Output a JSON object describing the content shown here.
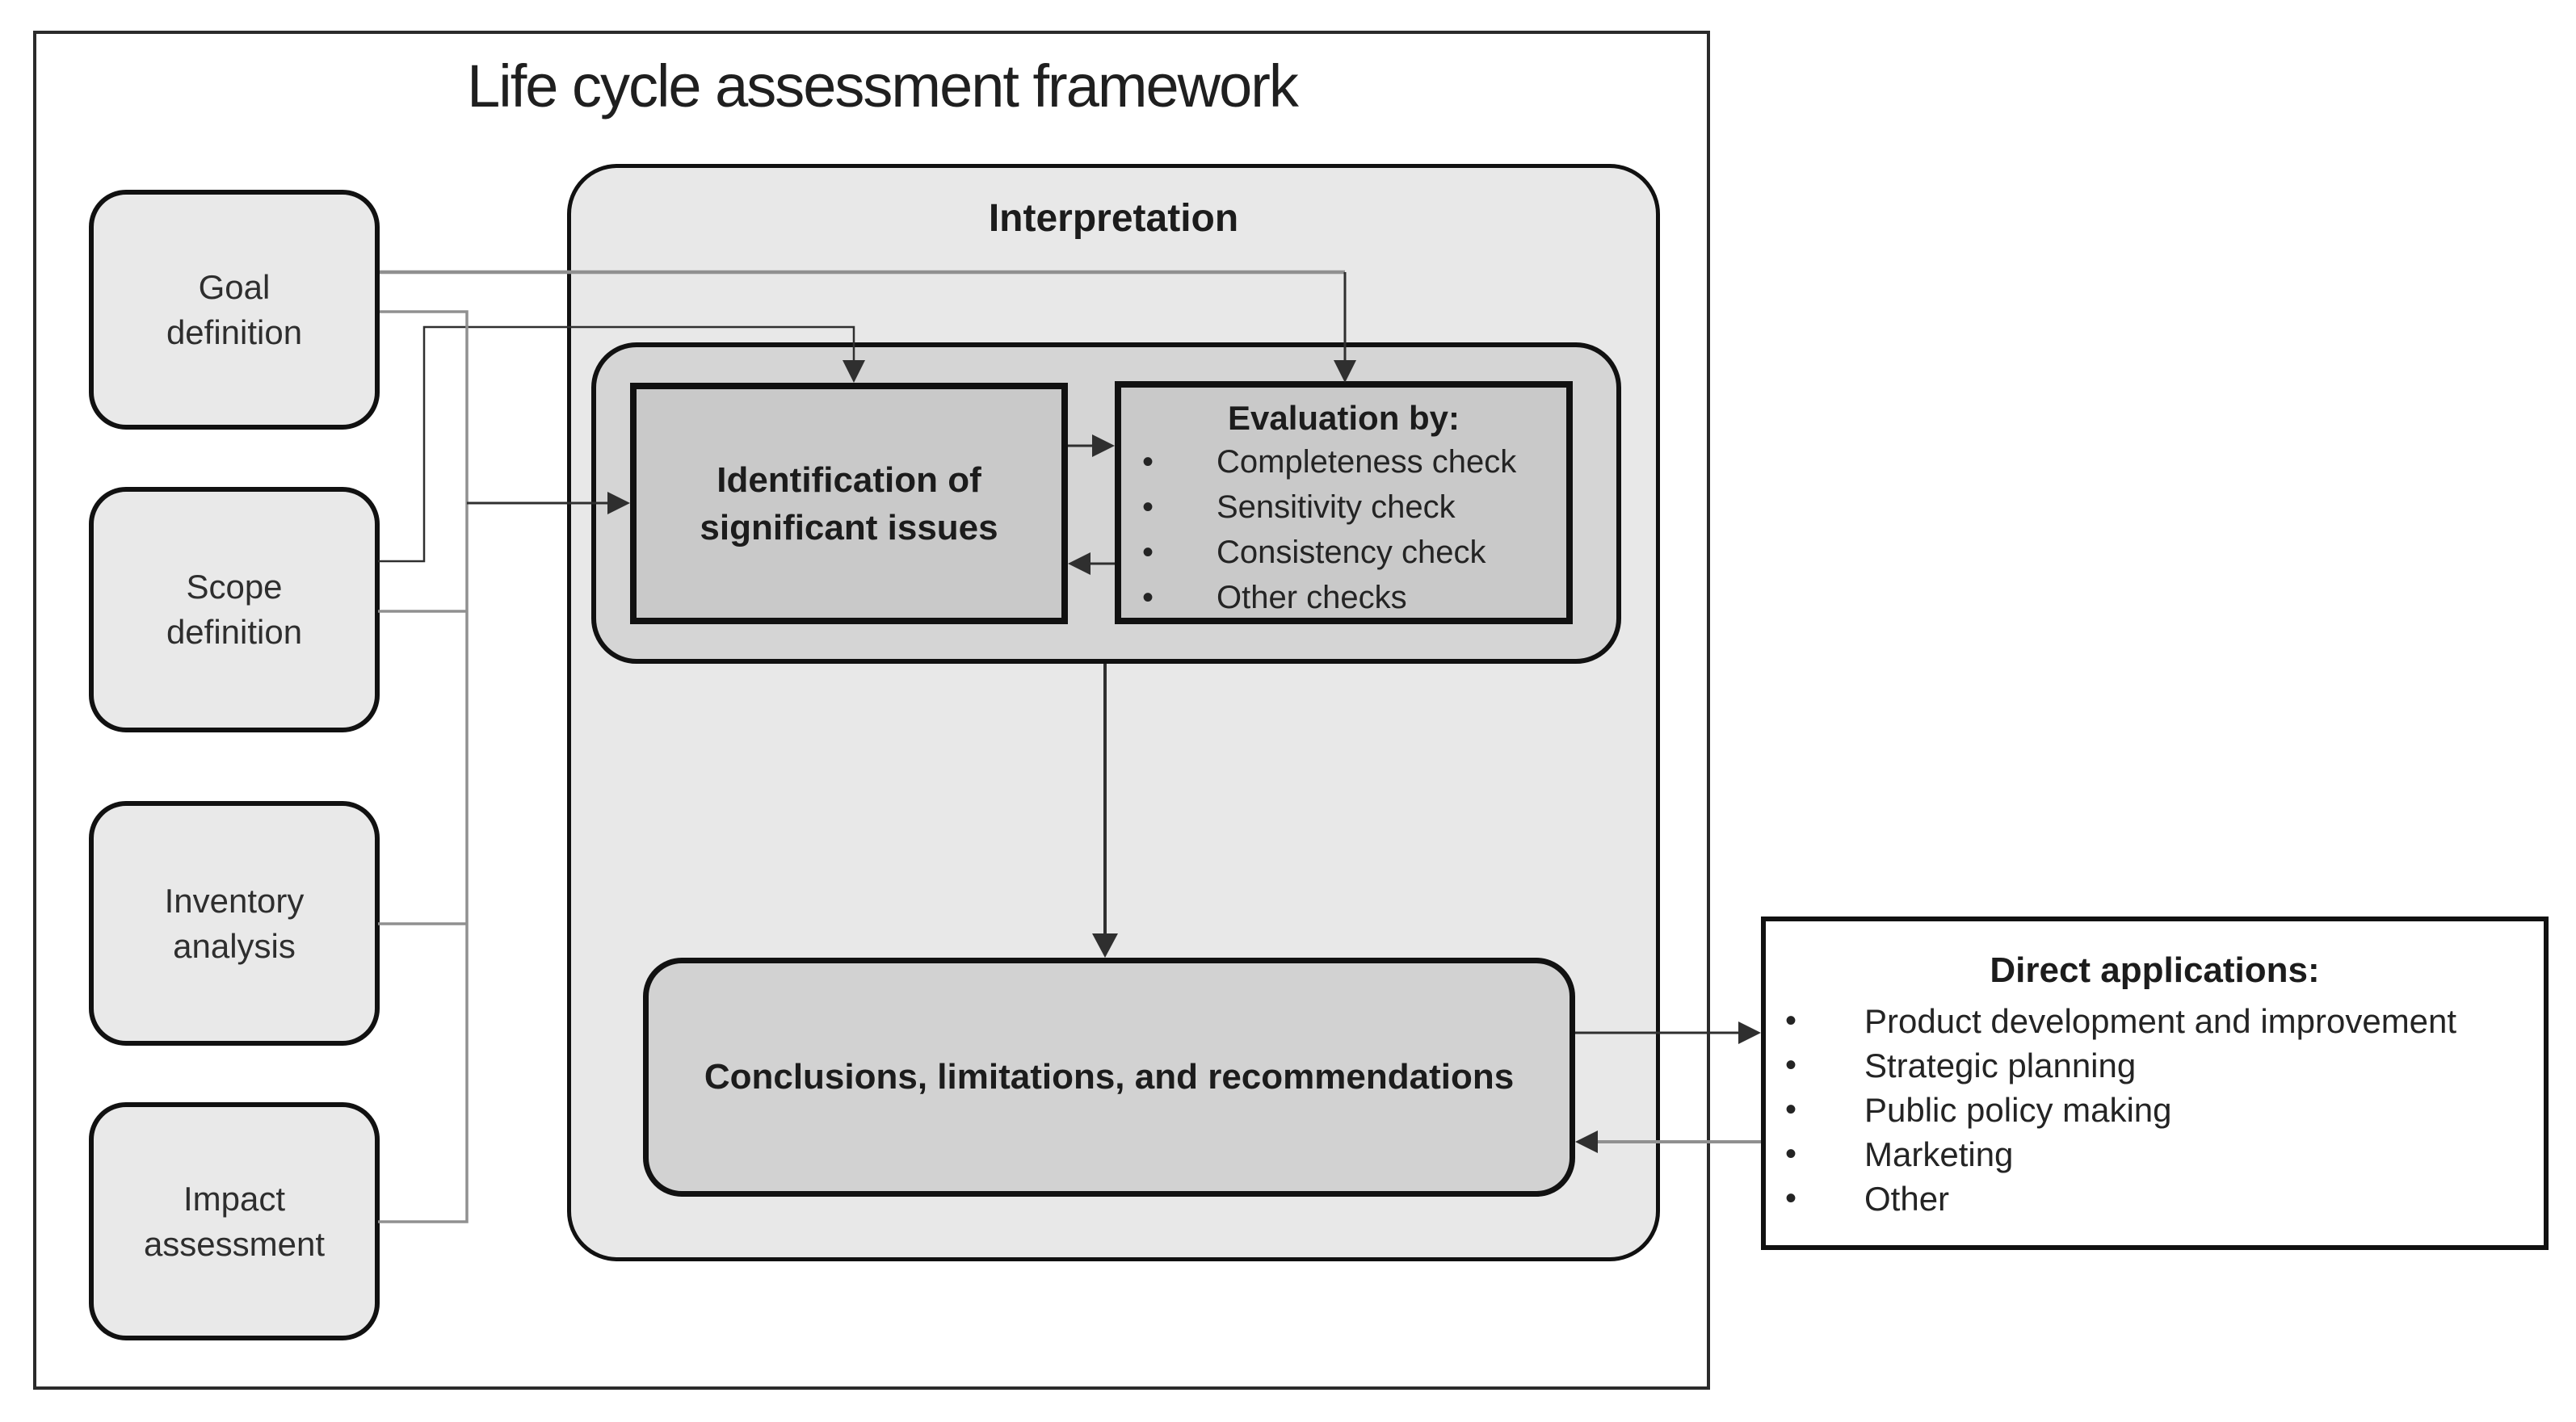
{
  "frame_title": "Life cycle assessment framework",
  "left_column": [
    {
      "lines": [
        "Goal",
        "definition"
      ]
    },
    {
      "lines": [
        "Scope",
        "definition"
      ]
    },
    {
      "lines": [
        "Inventory",
        "analysis"
      ]
    },
    {
      "lines": [
        "Impact",
        "assessment"
      ]
    }
  ],
  "interpretation": {
    "label": "Interpretation",
    "identification": {
      "lines": [
        "Identification of",
        "significant issues"
      ]
    },
    "evaluation": {
      "title": "Evaluation by:",
      "items": [
        "Completeness check",
        "Sensitivity check",
        "Consistency check",
        "Other checks"
      ]
    },
    "conclusions": {
      "label": "Conclusions, limitations, and recommendations"
    }
  },
  "direct_applications": {
    "title": "Direct applications:",
    "items": [
      "Product development and improvement",
      "Strategic planning",
      "Public policy making",
      "Marketing",
      "Other"
    ]
  },
  "colors": {
    "box-fill-light": "#e9e9e9",
    "interpretation-fill": "#e8e8e8",
    "inner-fill": "#d5d5d5",
    "stage-fill": "#c9c9c9",
    "conclusions-fill": "#d2d2d2",
    "border-dark": "#111111",
    "line-gray": "#909090",
    "line-dark": "#2f2f2f",
    "text-dark": "#222222"
  }
}
